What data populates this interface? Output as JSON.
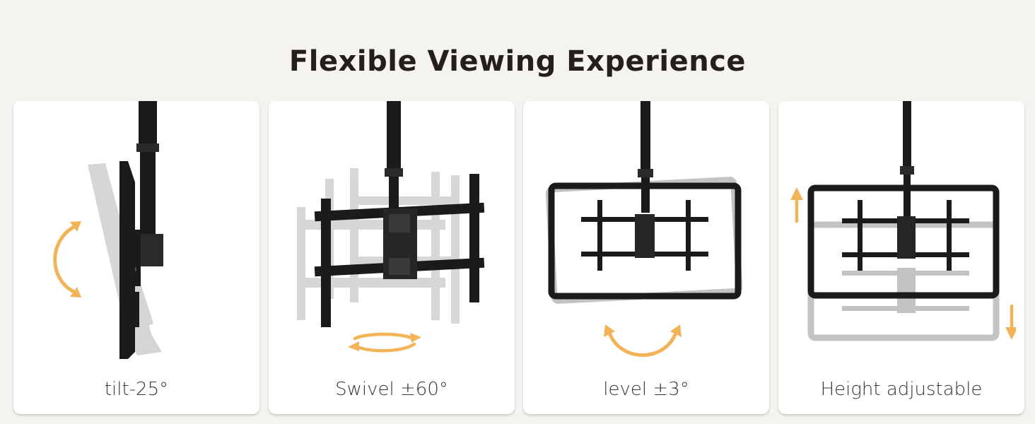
{
  "title": "Flexible Viewing Experience",
  "colors": {
    "accent": "#f2b457",
    "mount": "#1b1b1b",
    "ghost": "#bdbdbd"
  },
  "cards": [
    {
      "label": "tilt-25°",
      "icon": "tilt-arc-arrow-icon"
    },
    {
      "label": "Swivel ±60°",
      "icon": "swivel-circular-arrow-icon"
    },
    {
      "label": "level ±3°",
      "icon": "level-arc-arrow-icon"
    },
    {
      "label": "Height adjustable",
      "icon": "height-arrows-icon"
    }
  ]
}
